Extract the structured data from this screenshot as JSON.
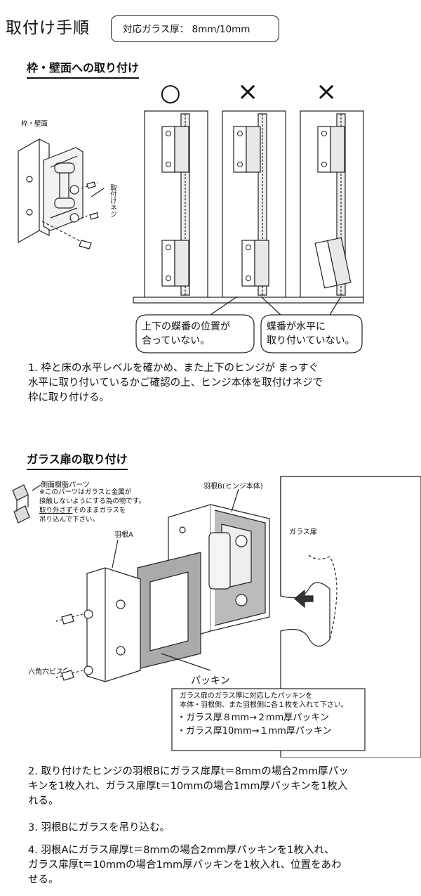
{
  "page_title": "取付け手順",
  "spec_label": "対応ガラス厚： 8mm/10mm",
  "section1": {
    "heading": "枠・壁面への取り付け",
    "frame_label": "枠・壁面",
    "screw_label": "取付けネジ",
    "mark_ok": "○",
    "mark_ng1": "×",
    "mark_ng2": "×",
    "bubble1_lines": [
      "上下の蝶番の位置が",
      "合っていない。"
    ],
    "bubble2_lines": [
      "蝶番が水平に",
      "取り付いていない。"
    ],
    "step1_lines": [
      "1. 枠と床の水平レベルを確かめ、また上下のヒンジが まっすぐ",
      "水平に取り付いているかご確認の上、ヒンジ本体を取付けネジで",
      "枠に取り付ける。"
    ]
  },
  "section2": {
    "heading": "ガラス扉の取り付け",
    "side_part_title": "側面樹脂パーツ",
    "side_part_note1": "※このパーツはガラスと金属が",
    "side_part_note2": "接触しないようにする為の物です。",
    "side_part_note3a": "取り外さず",
    "side_part_note3b": "そのままガラスを",
    "side_part_note4": "吊り込んで下さい。",
    "wing_b_label": "羽根B(ヒンジ本体)",
    "wing_a_label": "羽根A",
    "glass_door_label": "ガラス扉",
    "hex_screw_label": "六角穴ビス",
    "packing_label": "パッキン",
    "packing_note_line1": "ガラス扉のガラス厚に対応したパッキンを",
    "packing_note_line2": "本体・羽根側、また羽根側に各１枚を入れて下さい。",
    "packing_bullet1": "・ガラス厚８mm→２mm厚パッキン",
    "packing_bullet2": "・ガラス厚10mm→１mm厚パッキン"
  },
  "steps": {
    "step2_lines": [
      "2. 取り付けたヒンジの羽根Bにガラス扉厚t＝8mmの場合2mm厚パッ",
      "キンを1枚入れ、ガラス扉厚t＝10mmの場合1mm厚パッキンを1枚入",
      "れる。"
    ],
    "step3": "3. 羽根Bにガラスを吊り込む。",
    "step4_lines": [
      "4. 羽根Aにガラス扉厚t＝8mmの場合2mm厚パッキンを1枚入れ、",
      "ガラス扉厚t＝10mmの場合1mm厚パッキンを1枚入れ、位置をあわ",
      "せる。"
    ]
  }
}
